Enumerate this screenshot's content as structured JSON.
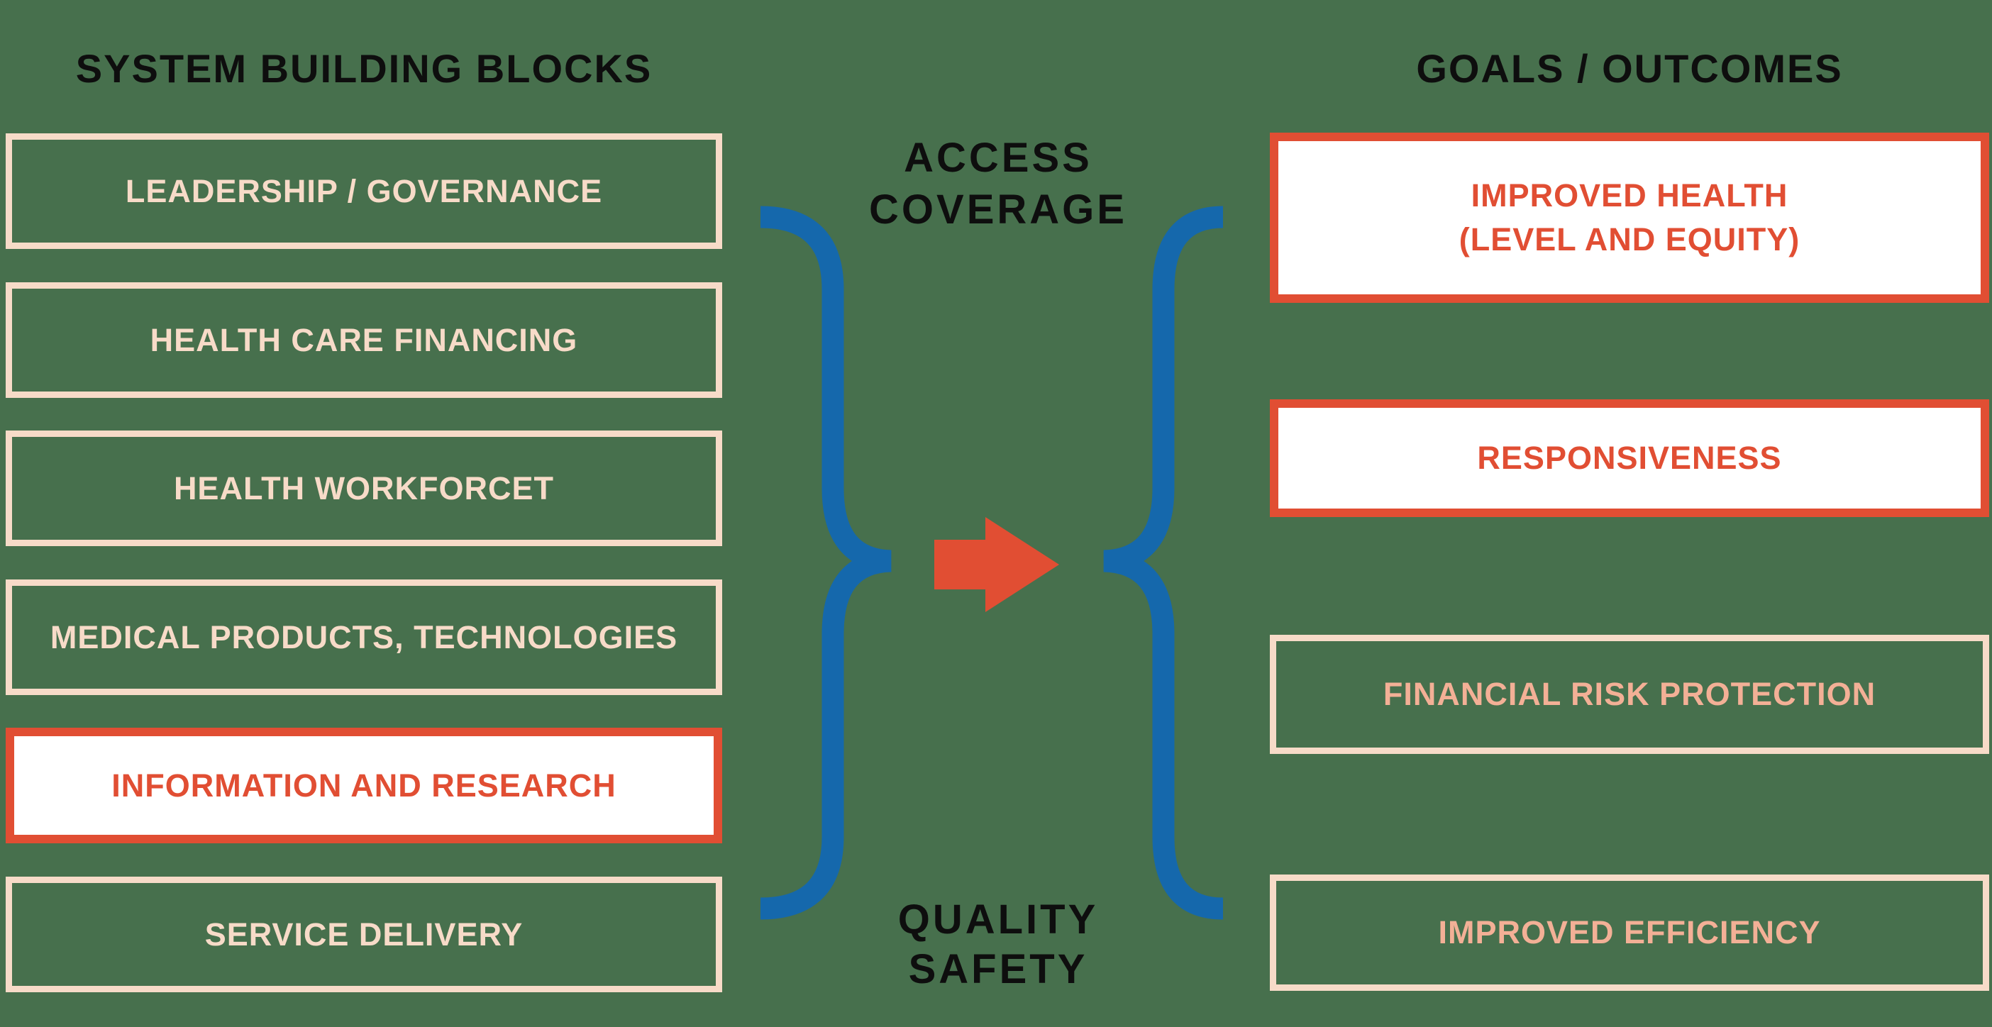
{
  "palette": {
    "background": "#47704D",
    "cream": "#F7DBC8",
    "salmon": "#F3B096",
    "red": "#E14E33",
    "blue": "#1568AC",
    "black": "#0E0E0E",
    "white": "#FFFFFF"
  },
  "left_column": {
    "title": "SYSTEM BUILDING BLOCKS",
    "boxes": [
      {
        "lines": [
          "LEADERSHIP / GOVERNANCE"
        ],
        "style": "outline-cream"
      },
      {
        "lines": [
          "HEALTH CARE FINANCING"
        ],
        "style": "outline-cream"
      },
      {
        "lines": [
          "HEALTH WORKFORCET"
        ],
        "style": "outline-cream"
      },
      {
        "lines": [
          "MEDICAL PRODUCTS, TECHNOLOGIES"
        ],
        "style": "outline-cream"
      },
      {
        "lines": [
          "INFORMATION AND RESEARCH"
        ],
        "style": "highlight-red"
      },
      {
        "lines": [
          "SERVICE DELIVERY"
        ],
        "style": "outline-cream"
      }
    ]
  },
  "center": {
    "top_label": {
      "lines": [
        "ACCESS",
        "COVERAGE"
      ]
    },
    "bottom_label": {
      "lines": [
        "QUALITY",
        "SAFETY"
      ]
    },
    "left_brace": "closing-curly-brace",
    "right_brace": "opening-curly-brace",
    "arrow": "right-arrow"
  },
  "right_column": {
    "title": "GOALS / OUTCOMES",
    "boxes": [
      {
        "lines": [
          "IMPROVED HEALTH",
          "(LEVEL AND EQUITY)"
        ],
        "style": "highlight-red"
      },
      {
        "lines": [
          "RESPONSIVENESS"
        ],
        "style": "highlight-red"
      },
      {
        "lines": [
          "FINANCIAL RISK PROTECTION"
        ],
        "style": "outline-salmon"
      },
      {
        "lines": [
          "IMPROVED EFFICIENCY"
        ],
        "style": "outline-salmon"
      }
    ]
  }
}
